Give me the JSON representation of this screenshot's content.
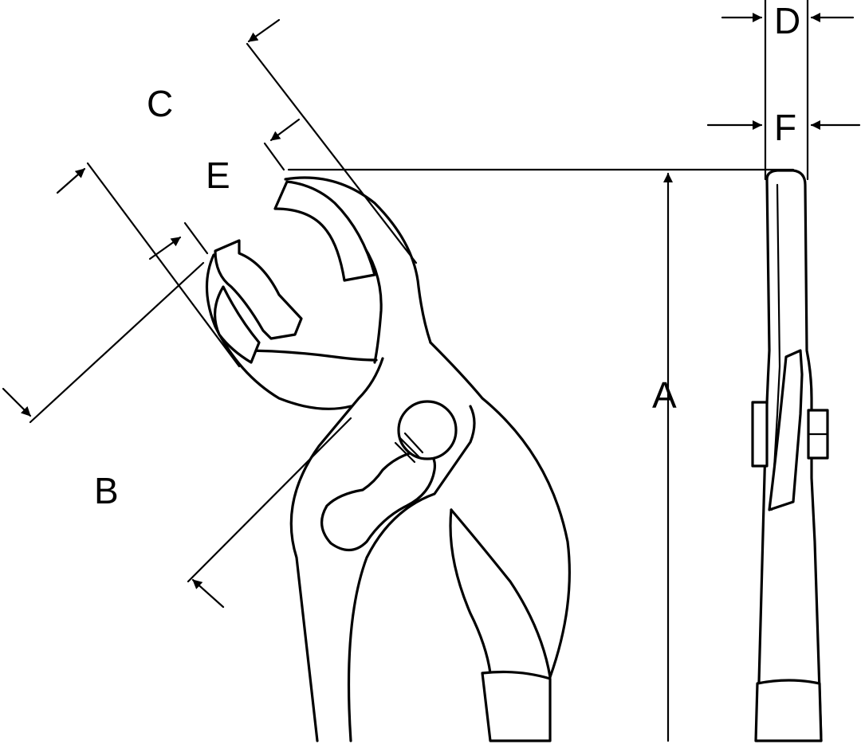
{
  "diagram": {
    "labels": {
      "a": "A",
      "b": "B",
      "c": "C",
      "d": "D",
      "e": "E",
      "f": "F"
    },
    "colors": {
      "line": "#000000",
      "background": "#ffffff"
    }
  }
}
